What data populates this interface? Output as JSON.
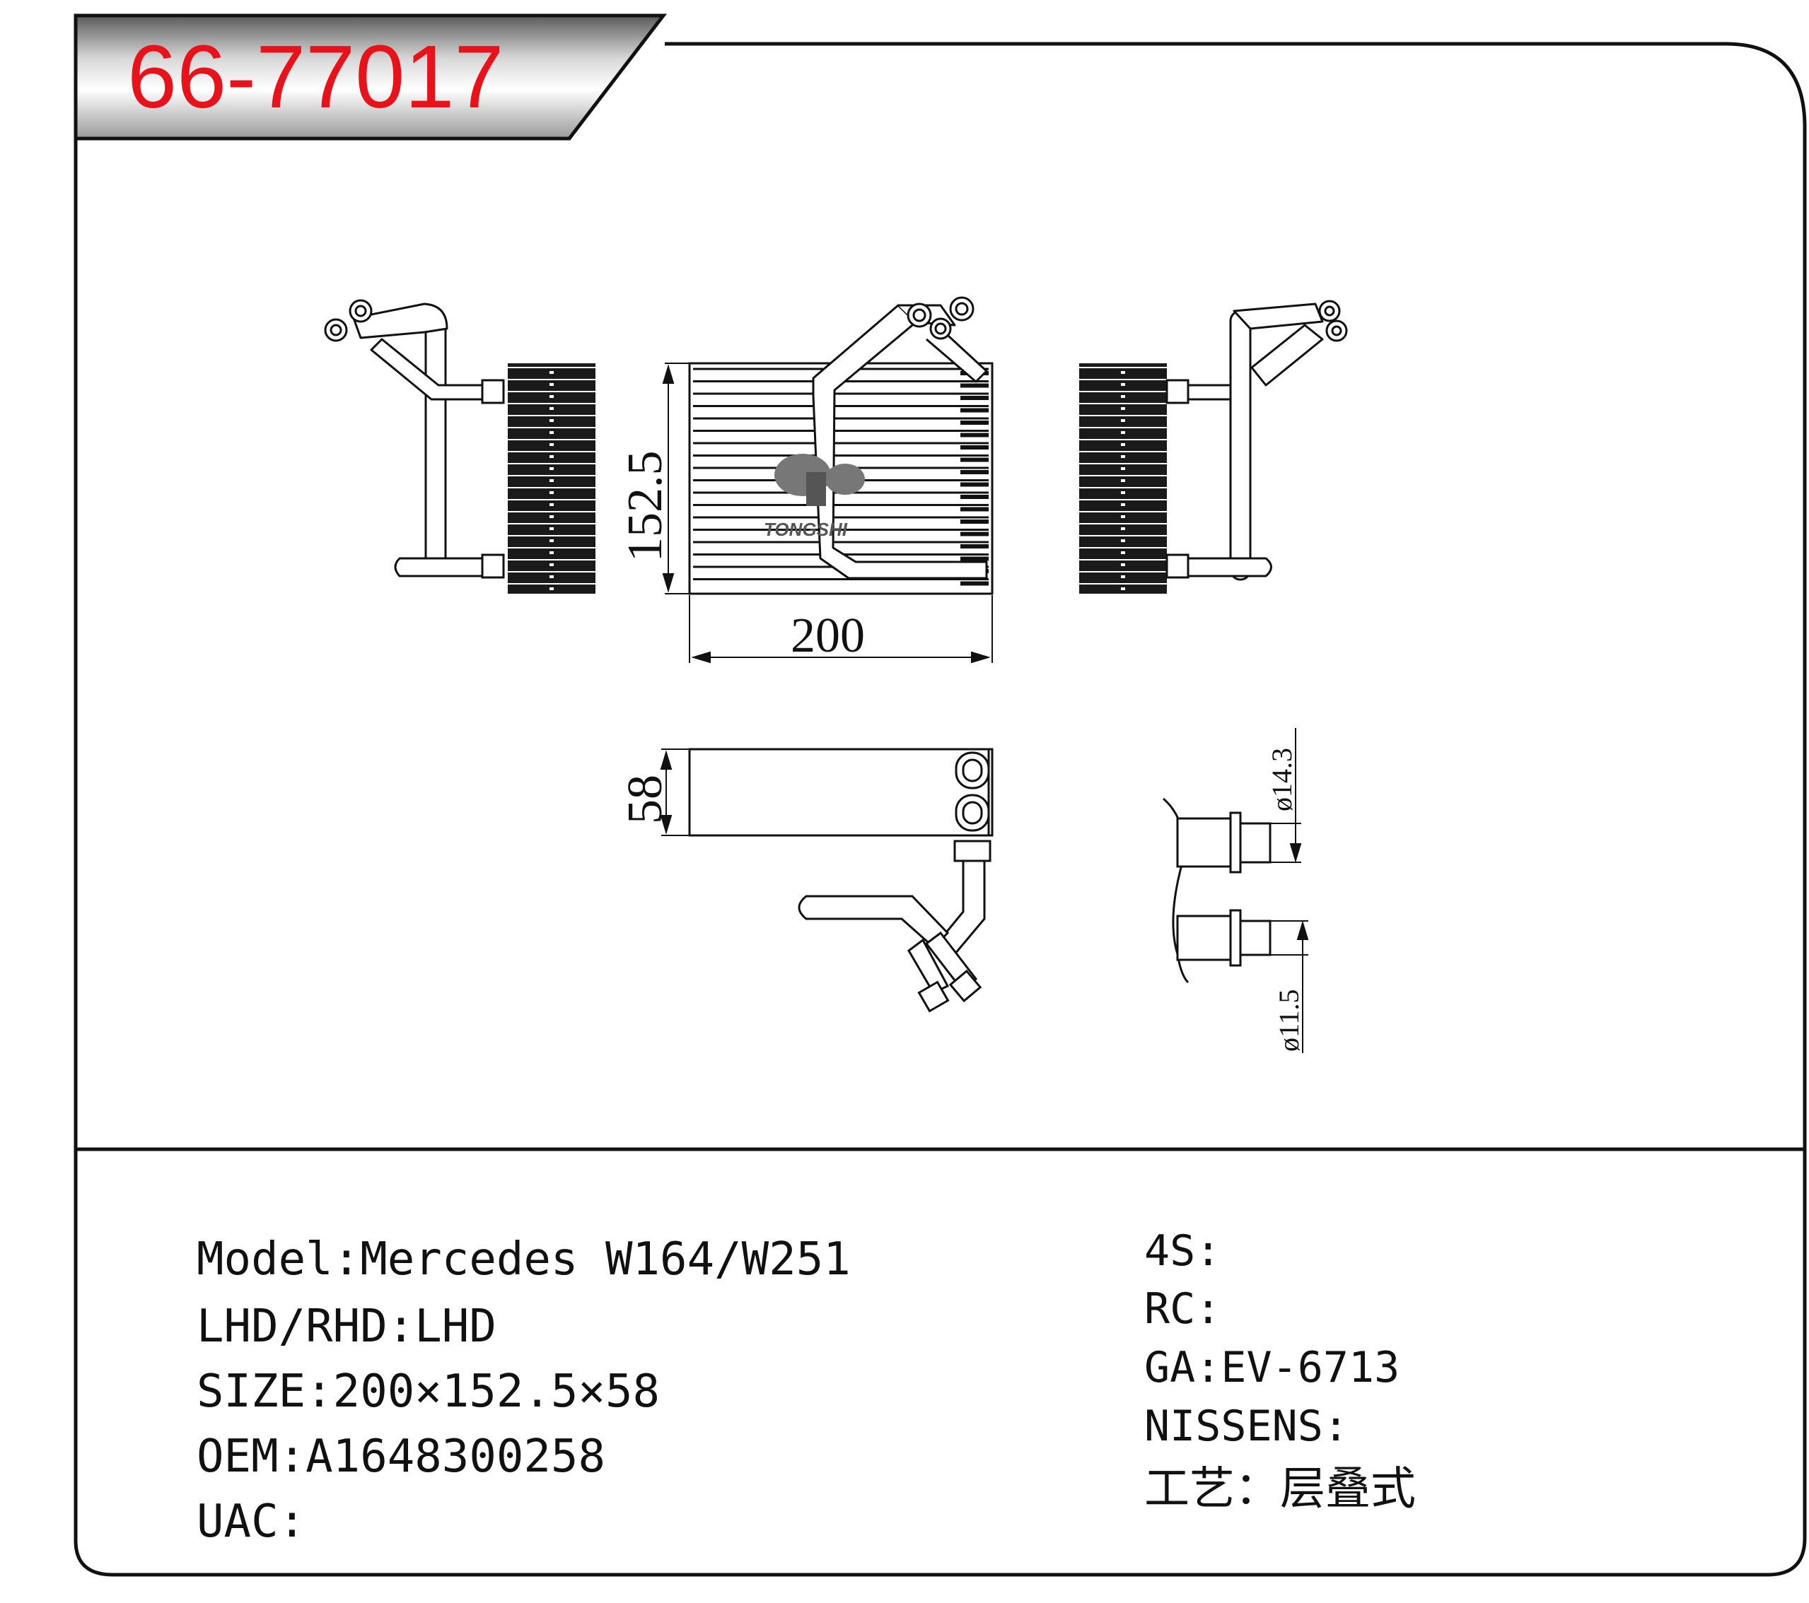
{
  "part_number": "66-77017",
  "part_number_color": "#e8121a",
  "dimensions": {
    "width": "200",
    "height": "152.5",
    "depth": "58",
    "pipe_large": "ø14.3",
    "pipe_small": "ø11.5"
  },
  "specs_left": [
    "Model:Mercedes W164/W251",
    "LHD/RHD:LHD",
    "SIZE:200×152.5×58",
    "OEM:A1648300258",
    "UAC:"
  ],
  "specs_right": [
    "4S:",
    "RC:",
    "GA:EV-6713",
    "NISSENS:",
    "工艺：层叠式"
  ],
  "logo_text": "TONGSHI"
}
